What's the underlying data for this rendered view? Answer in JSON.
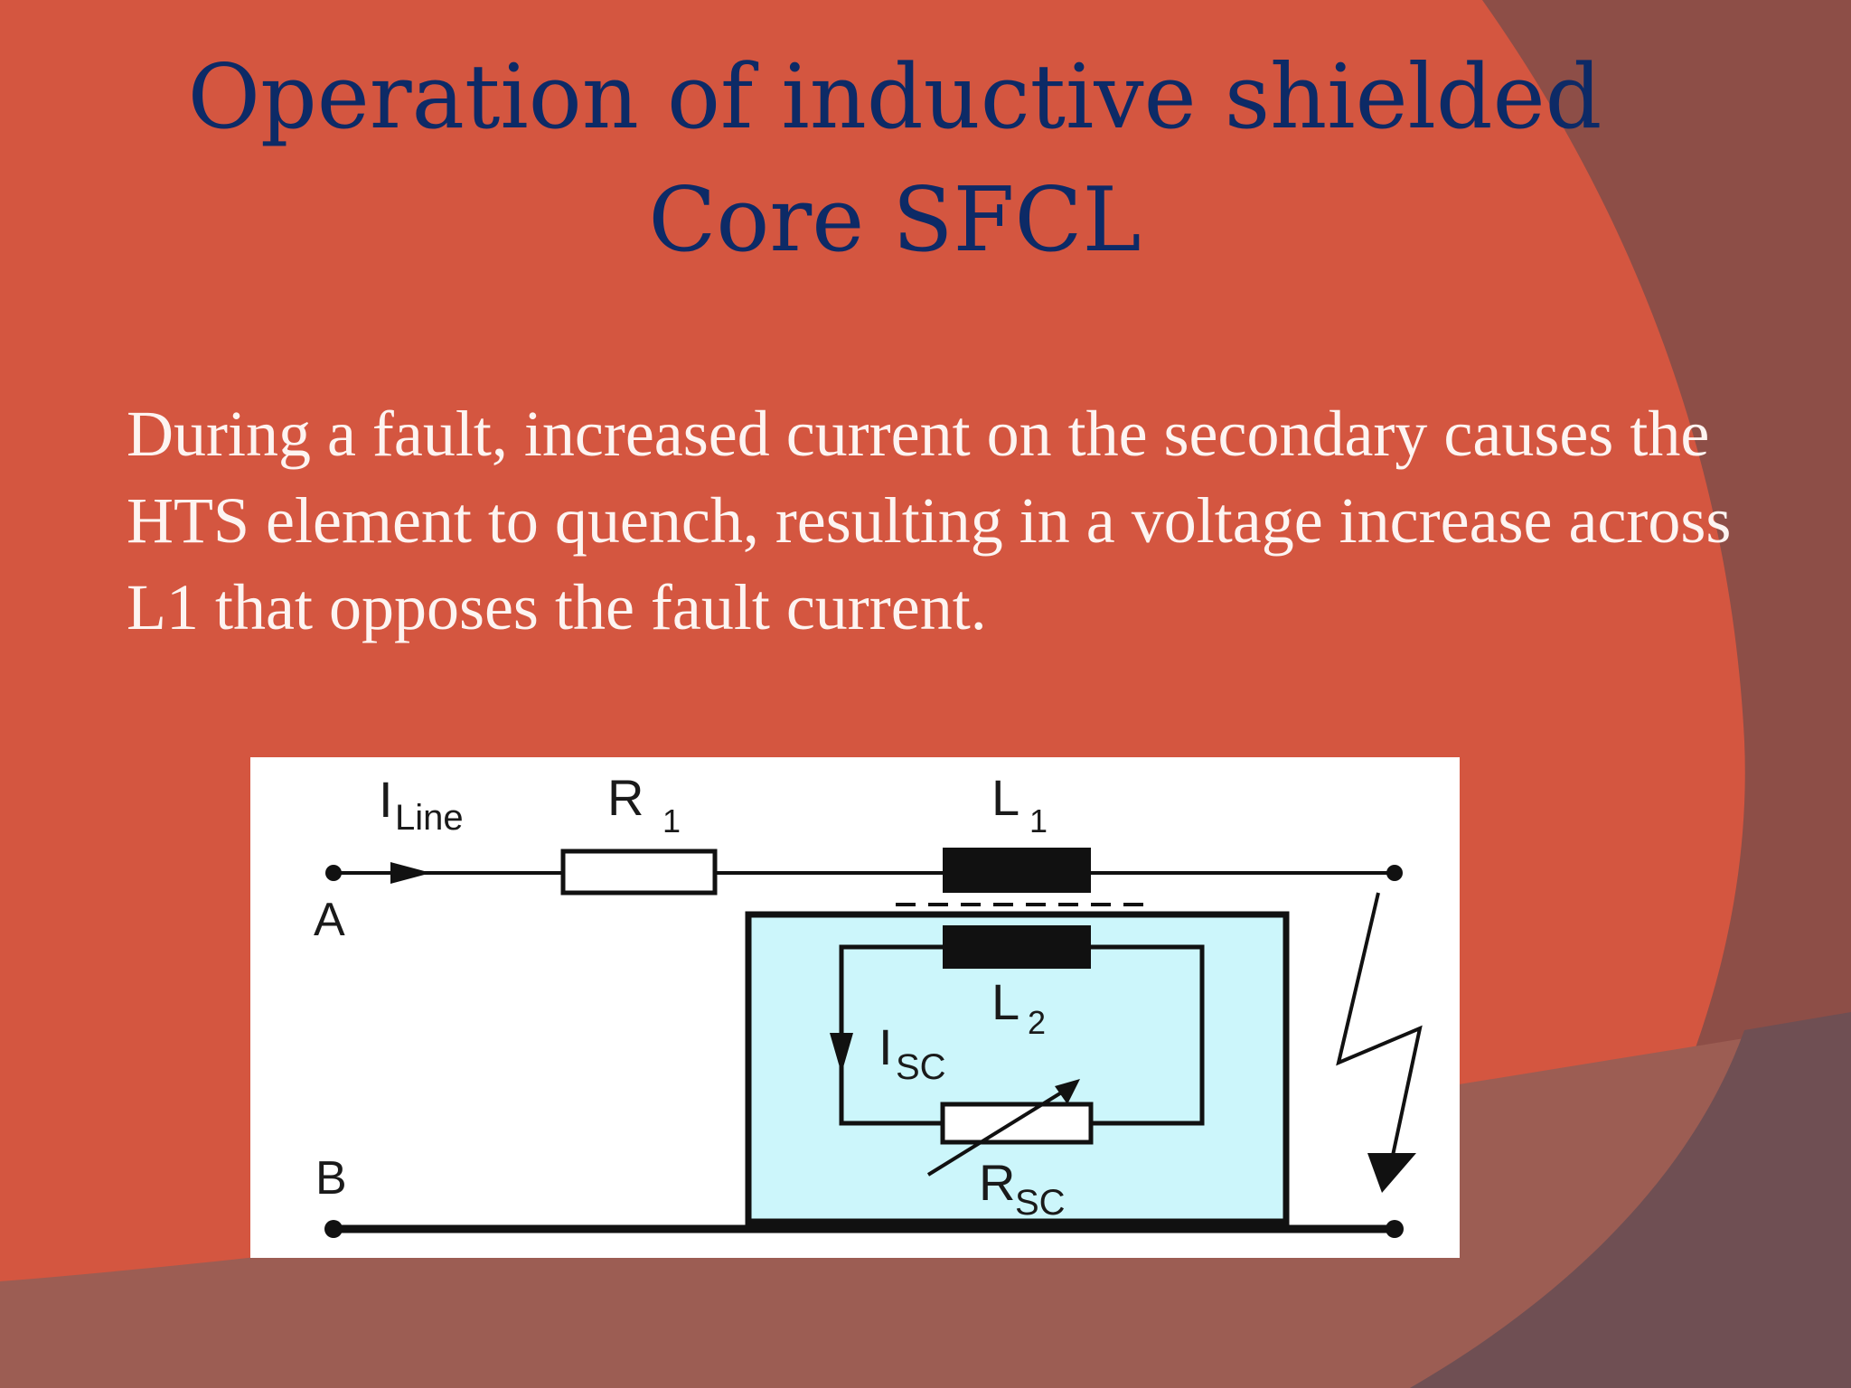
{
  "slide": {
    "title_line1": "Operation of inductive shielded",
    "title_line2": "Core SFCL",
    "body": "During a fault, increased current on the secondary causes the HTS element to quench, resulting in a voltage increase across L1 that opposes the fault current."
  },
  "theme": {
    "background": "#d45640",
    "title_color": "#0d2a66",
    "body_color": "#fdf4f1",
    "inner_box": "#ccf6fb"
  },
  "circuit": {
    "node_a": "A",
    "node_b": "B",
    "i_line_main": "I",
    "i_line_sub": "Line",
    "r1_main": "R",
    "r1_sub": "1",
    "l1_main": "L",
    "l1_sub": "1",
    "l2_main": "L",
    "l2_sub": "2",
    "isc_main": "I",
    "isc_sub": "SC",
    "rsc_main": "R",
    "rsc_sub": "SC"
  }
}
